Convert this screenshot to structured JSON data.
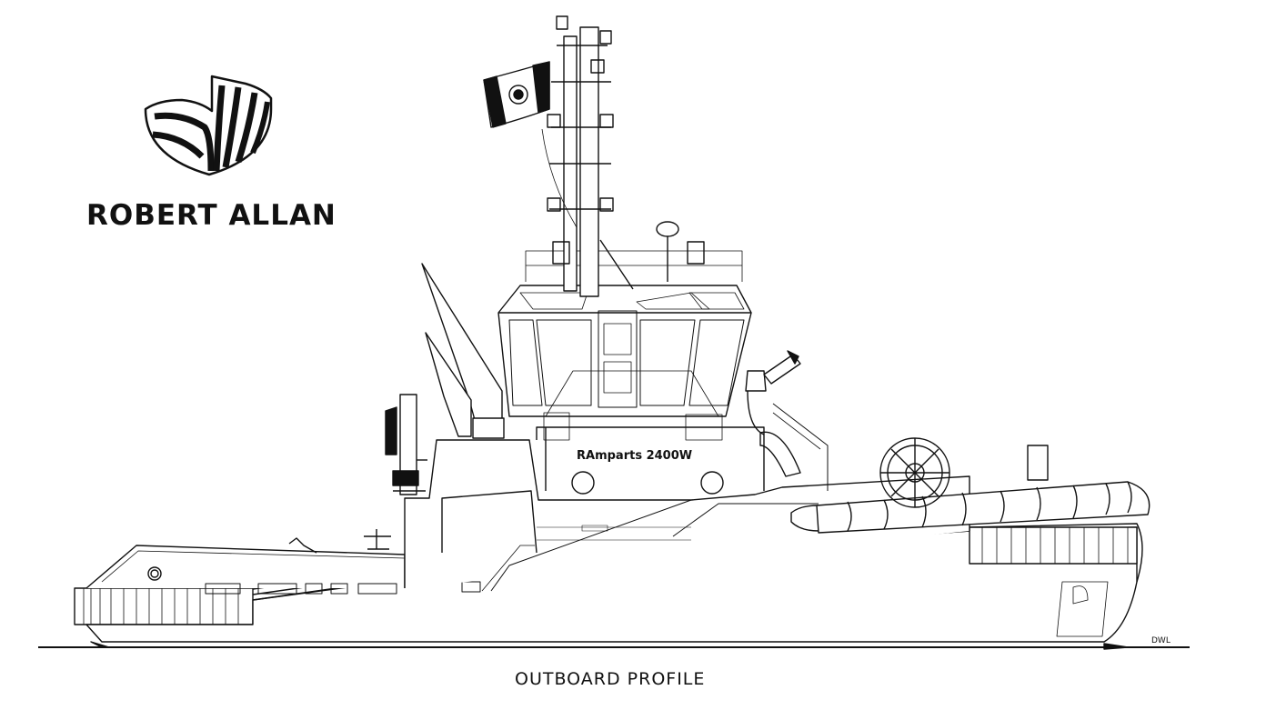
{
  "logo": {
    "company": "ROBERT ALLAN",
    "icon": "robert-allan-logo-mark"
  },
  "drawing": {
    "vessel_name": "RAmparts 2400W",
    "waterline_label": "DWL",
    "caption": "OUTBOARD PROFILE"
  },
  "colors": {
    "ink": "#111111",
    "paper": "#ffffff",
    "hull_shade": "#333333"
  }
}
